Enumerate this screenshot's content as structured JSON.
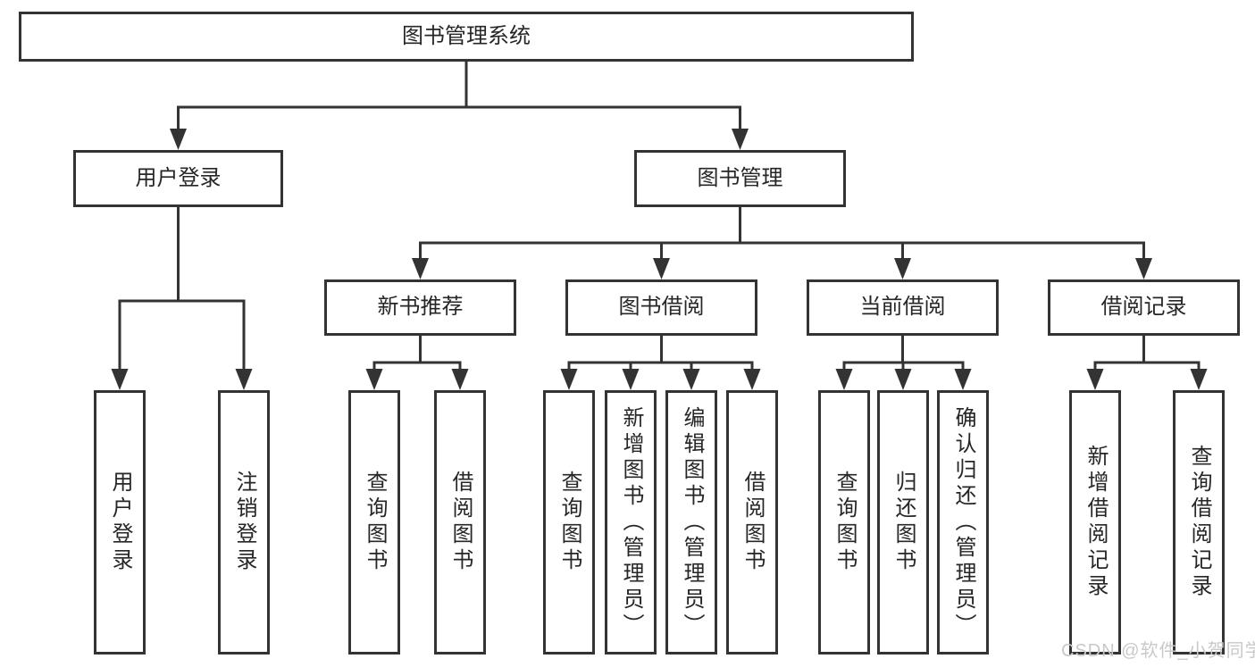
{
  "tree": {
    "label": "图书管理系统",
    "children": [
      {
        "label": "用户登录",
        "children": [
          {
            "label": "用户登录"
          },
          {
            "label": "注销登录"
          }
        ]
      },
      {
        "label": "图书管理",
        "children": [
          {
            "label": "新书推荐",
            "children": [
              {
                "label": "查询图书"
              },
              {
                "label": "借阅图书"
              }
            ]
          },
          {
            "label": "图书借阅",
            "children": [
              {
                "label": "查询图书"
              },
              {
                "label": "新增图书（管理员）"
              },
              {
                "label": "编辑图书（管理员）"
              },
              {
                "label": "借阅图书"
              }
            ]
          },
          {
            "label": "当前借阅",
            "children": [
              {
                "label": "查询图书"
              },
              {
                "label": "归还图书"
              },
              {
                "label": "确认归还（管理员）"
              }
            ]
          },
          {
            "label": "借阅记录",
            "children": [
              {
                "label": "新增借阅记录"
              },
              {
                "label": "查询借阅记录"
              }
            ]
          }
        ]
      }
    ]
  },
  "watermark": {
    "text": "CSDN @软件_小贺同学"
  },
  "colors": {
    "line": "#333333",
    "box_border": "#333333",
    "text": "#262626",
    "watermark": "#c9c9c9",
    "background": "#ffffff"
  }
}
